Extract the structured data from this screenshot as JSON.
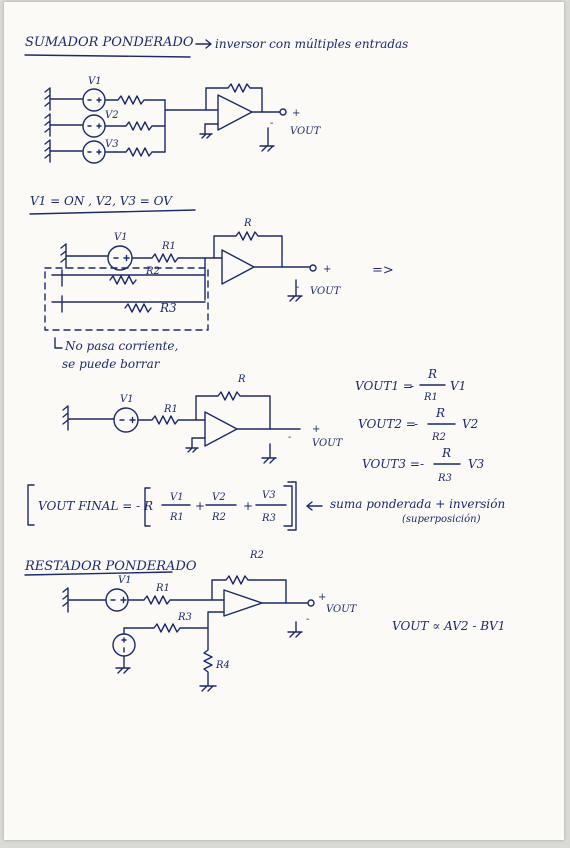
{
  "section1": {
    "title": "SUMADOR PONDERADO",
    "arrow_note": "inversor con múltiples entradas",
    "labels": {
      "v1": "V1",
      "v2": "V2",
      "v3": "V3",
      "plus": "+",
      "minus": "-",
      "vout": "VOUT"
    }
  },
  "section2": {
    "condition": "V1 = ON ,   V2, V3 = OV",
    "labels": {
      "r": "R",
      "r1": "R1",
      "r2": "R2",
      "r3": "R3",
      "v1": "V1",
      "plus": "+",
      "minus": "-",
      "vout": "VOUT"
    },
    "implies": "=>",
    "note_line1": "No pasa corriente,",
    "note_line2": "se puede borrar"
  },
  "section3": {
    "labels": {
      "r": "R",
      "r1": "R1",
      "v1": "V1",
      "plus": "+",
      "minus": "-",
      "vout": "VOUT"
    },
    "eq1": {
      "lhs": "VOUT1 =",
      "sign": "-",
      "num": "R",
      "den": "R1",
      "var": "V1"
    },
    "eq2": {
      "lhs": "VOUT2 =",
      "sign": "-",
      "num": "R",
      "den": "R2",
      "var": "V2"
    },
    "eq3": {
      "lhs": "VOUT3 =",
      "sign": "-",
      "num": "R",
      "den": "R3",
      "var": "V3"
    }
  },
  "final_formula": {
    "lhs": "VOUT FINAL = - R",
    "t1_num": "V1",
    "t1_den": "R1",
    "t2_num": "V2",
    "t2_den": "R2",
    "t3_num": "V3",
    "t3_den": "R3",
    "plus": "+",
    "note_line1": "suma ponderada + inversión",
    "note_line2": "(superposición)"
  },
  "section4": {
    "title": "RESTADOR PONDERADO",
    "labels": {
      "v1": "V1",
      "r1": "R1",
      "r2": "R2",
      "r3": "R3",
      "r4": "R4",
      "plus": "+",
      "minus": "-",
      "vout": "VOUT"
    },
    "relation": "VOUT ∝ AV2 - BV1"
  }
}
